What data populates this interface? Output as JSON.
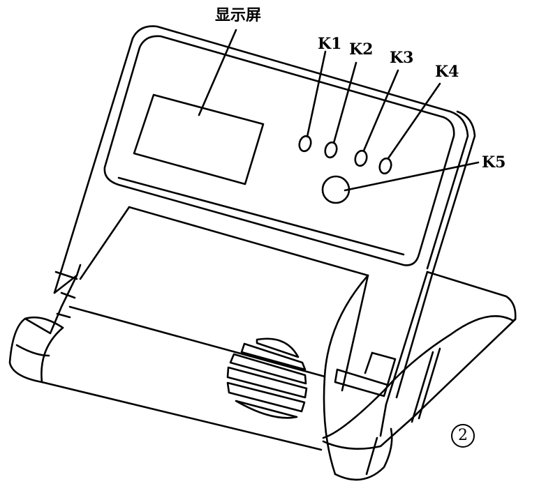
{
  "diagram": {
    "type": "patent line drawing",
    "subject": "folding device with display screen, keys and speaker",
    "figure_number": "2",
    "labels": {
      "display": "显示屏",
      "k1": "K1",
      "k2": "K2",
      "k3": "K3",
      "k4": "K4",
      "k5": "K5"
    },
    "parts": [
      {
        "id": "display",
        "label": "显示屏",
        "description": "rectangular display screen on upper panel"
      },
      {
        "id": "k1",
        "label": "K1",
        "description": "small oval key"
      },
      {
        "id": "k2",
        "label": "K2",
        "description": "small oval key"
      },
      {
        "id": "k3",
        "label": "K3",
        "description": "small oval key"
      },
      {
        "id": "k4",
        "label": "K4",
        "description": "small oval key"
      },
      {
        "id": "k5",
        "label": "K5",
        "description": "large round key"
      },
      {
        "id": "speaker",
        "label": "",
        "description": "circular speaker grille with horizontal slots"
      }
    ],
    "stroke_color": "#000000",
    "background": "#ffffff"
  }
}
